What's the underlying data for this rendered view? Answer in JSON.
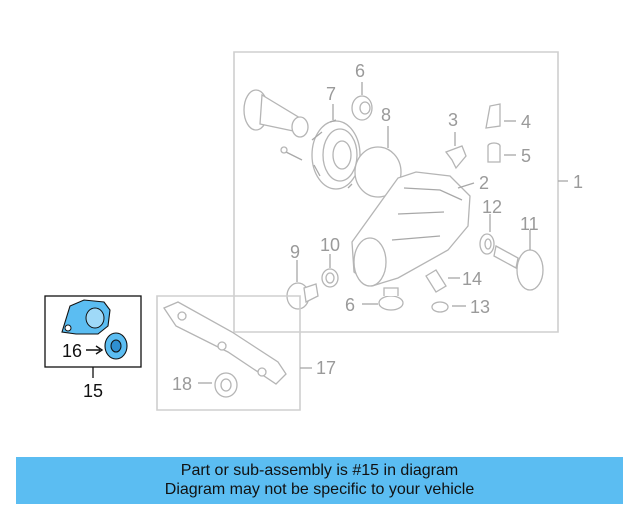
{
  "callouts": {
    "c1": "1",
    "c2": "2",
    "c3": "3",
    "c4": "4",
    "c5": "5",
    "c6a": "6",
    "c6b": "6",
    "c7": "7",
    "c8": "8",
    "c9": "9",
    "c10": "10",
    "c11": "11",
    "c12": "12",
    "c13": "13",
    "c14": "14",
    "c15": "15",
    "c16": "16",
    "c17": "17",
    "c18": "18"
  },
  "banner": {
    "line1": "Part or sub-assembly is #15 in diagram",
    "line2": "Diagram may not be specific to your vehicle"
  },
  "colors": {
    "highlight_part": "#5bbdf2",
    "banner_bg": "#5bbdf2",
    "line_gray": "#b5b5b5"
  }
}
